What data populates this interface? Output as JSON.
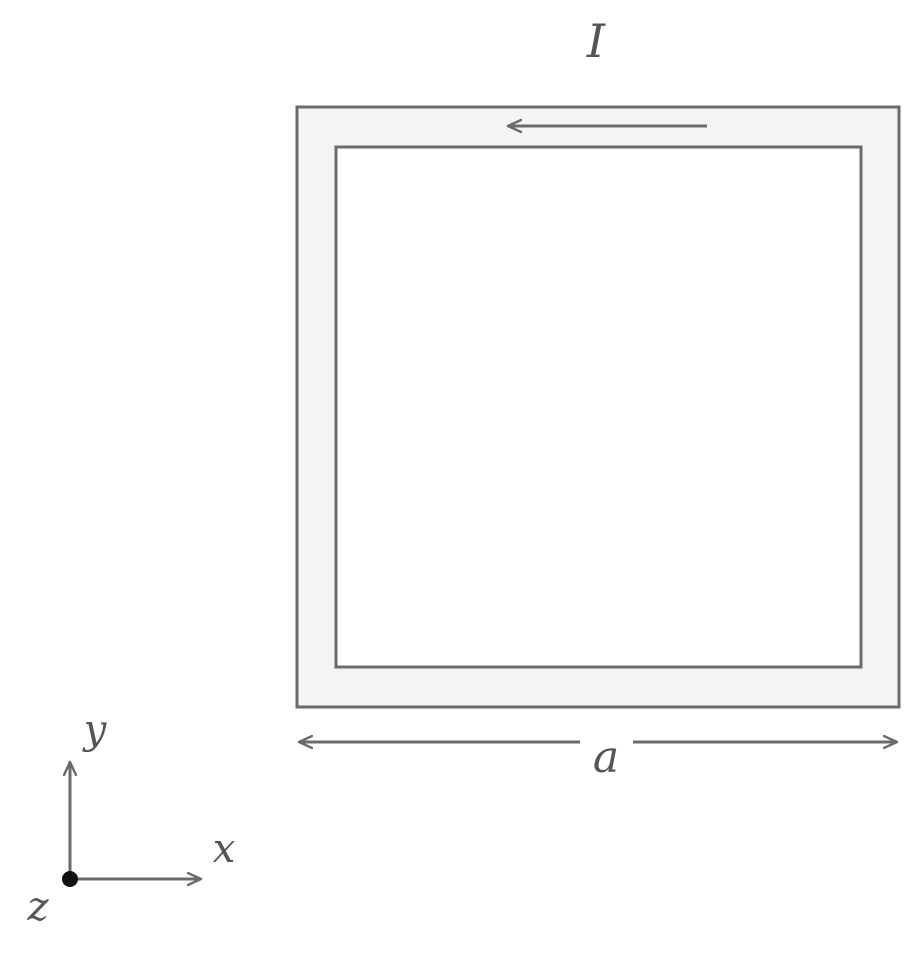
{
  "labels": {
    "current": "I",
    "side_length": "a",
    "axis_x": "x",
    "axis_y": "y",
    "axis_z": "z"
  },
  "colors": {
    "stroke": "#6b6b6b",
    "band_fill": "#f4f4f4",
    "background": "#ffffff",
    "text": "#555555"
  }
}
